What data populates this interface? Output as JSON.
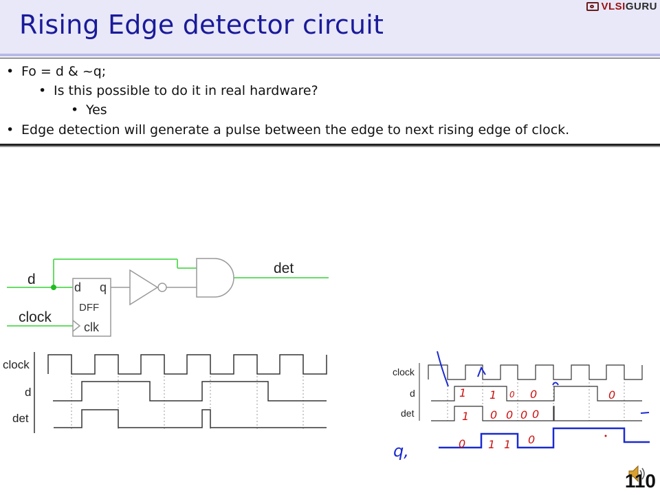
{
  "slide": {
    "title": "Rising Edge detector circuit",
    "logo_part_a": "VLSI",
    "logo_part_b": "GURU",
    "page_number": "110"
  },
  "bullets": [
    {
      "level": 1,
      "text": "Fo = d & ~q;"
    },
    {
      "level": 2,
      "text": "Is this possible to do it in real hardware?"
    },
    {
      "level": 3,
      "text": "Yes"
    },
    {
      "level": 1,
      "text": "Edge detection will generate a pulse between the edge to next rising edge of clock."
    }
  ],
  "circuit": {
    "input_d": "d",
    "input_clock": "clock",
    "output_det": "det",
    "dff_d": "d",
    "dff_q": "q",
    "dff_name": "DFF",
    "dff_clk": "clk"
  },
  "waveform_main": {
    "signals": [
      "clock",
      "d",
      "det"
    ]
  },
  "waveform_annotated": {
    "signals": [
      "clock",
      "d",
      "det"
    ],
    "handwritten": {
      "q_label": "q,",
      "d_marks": [
        "1",
        "1",
        "0",
        "0",
        "0"
      ],
      "det_marks": [
        "1",
        "0",
        "0",
        "0",
        "0"
      ],
      "q_marks": [
        "0",
        "1",
        "1",
        "0"
      ]
    }
  },
  "colors": {
    "title": "#1a1a9a",
    "green_wire": "#66dd66",
    "ink_red": "#cc1111",
    "ink_blue": "#1a2ad0"
  }
}
